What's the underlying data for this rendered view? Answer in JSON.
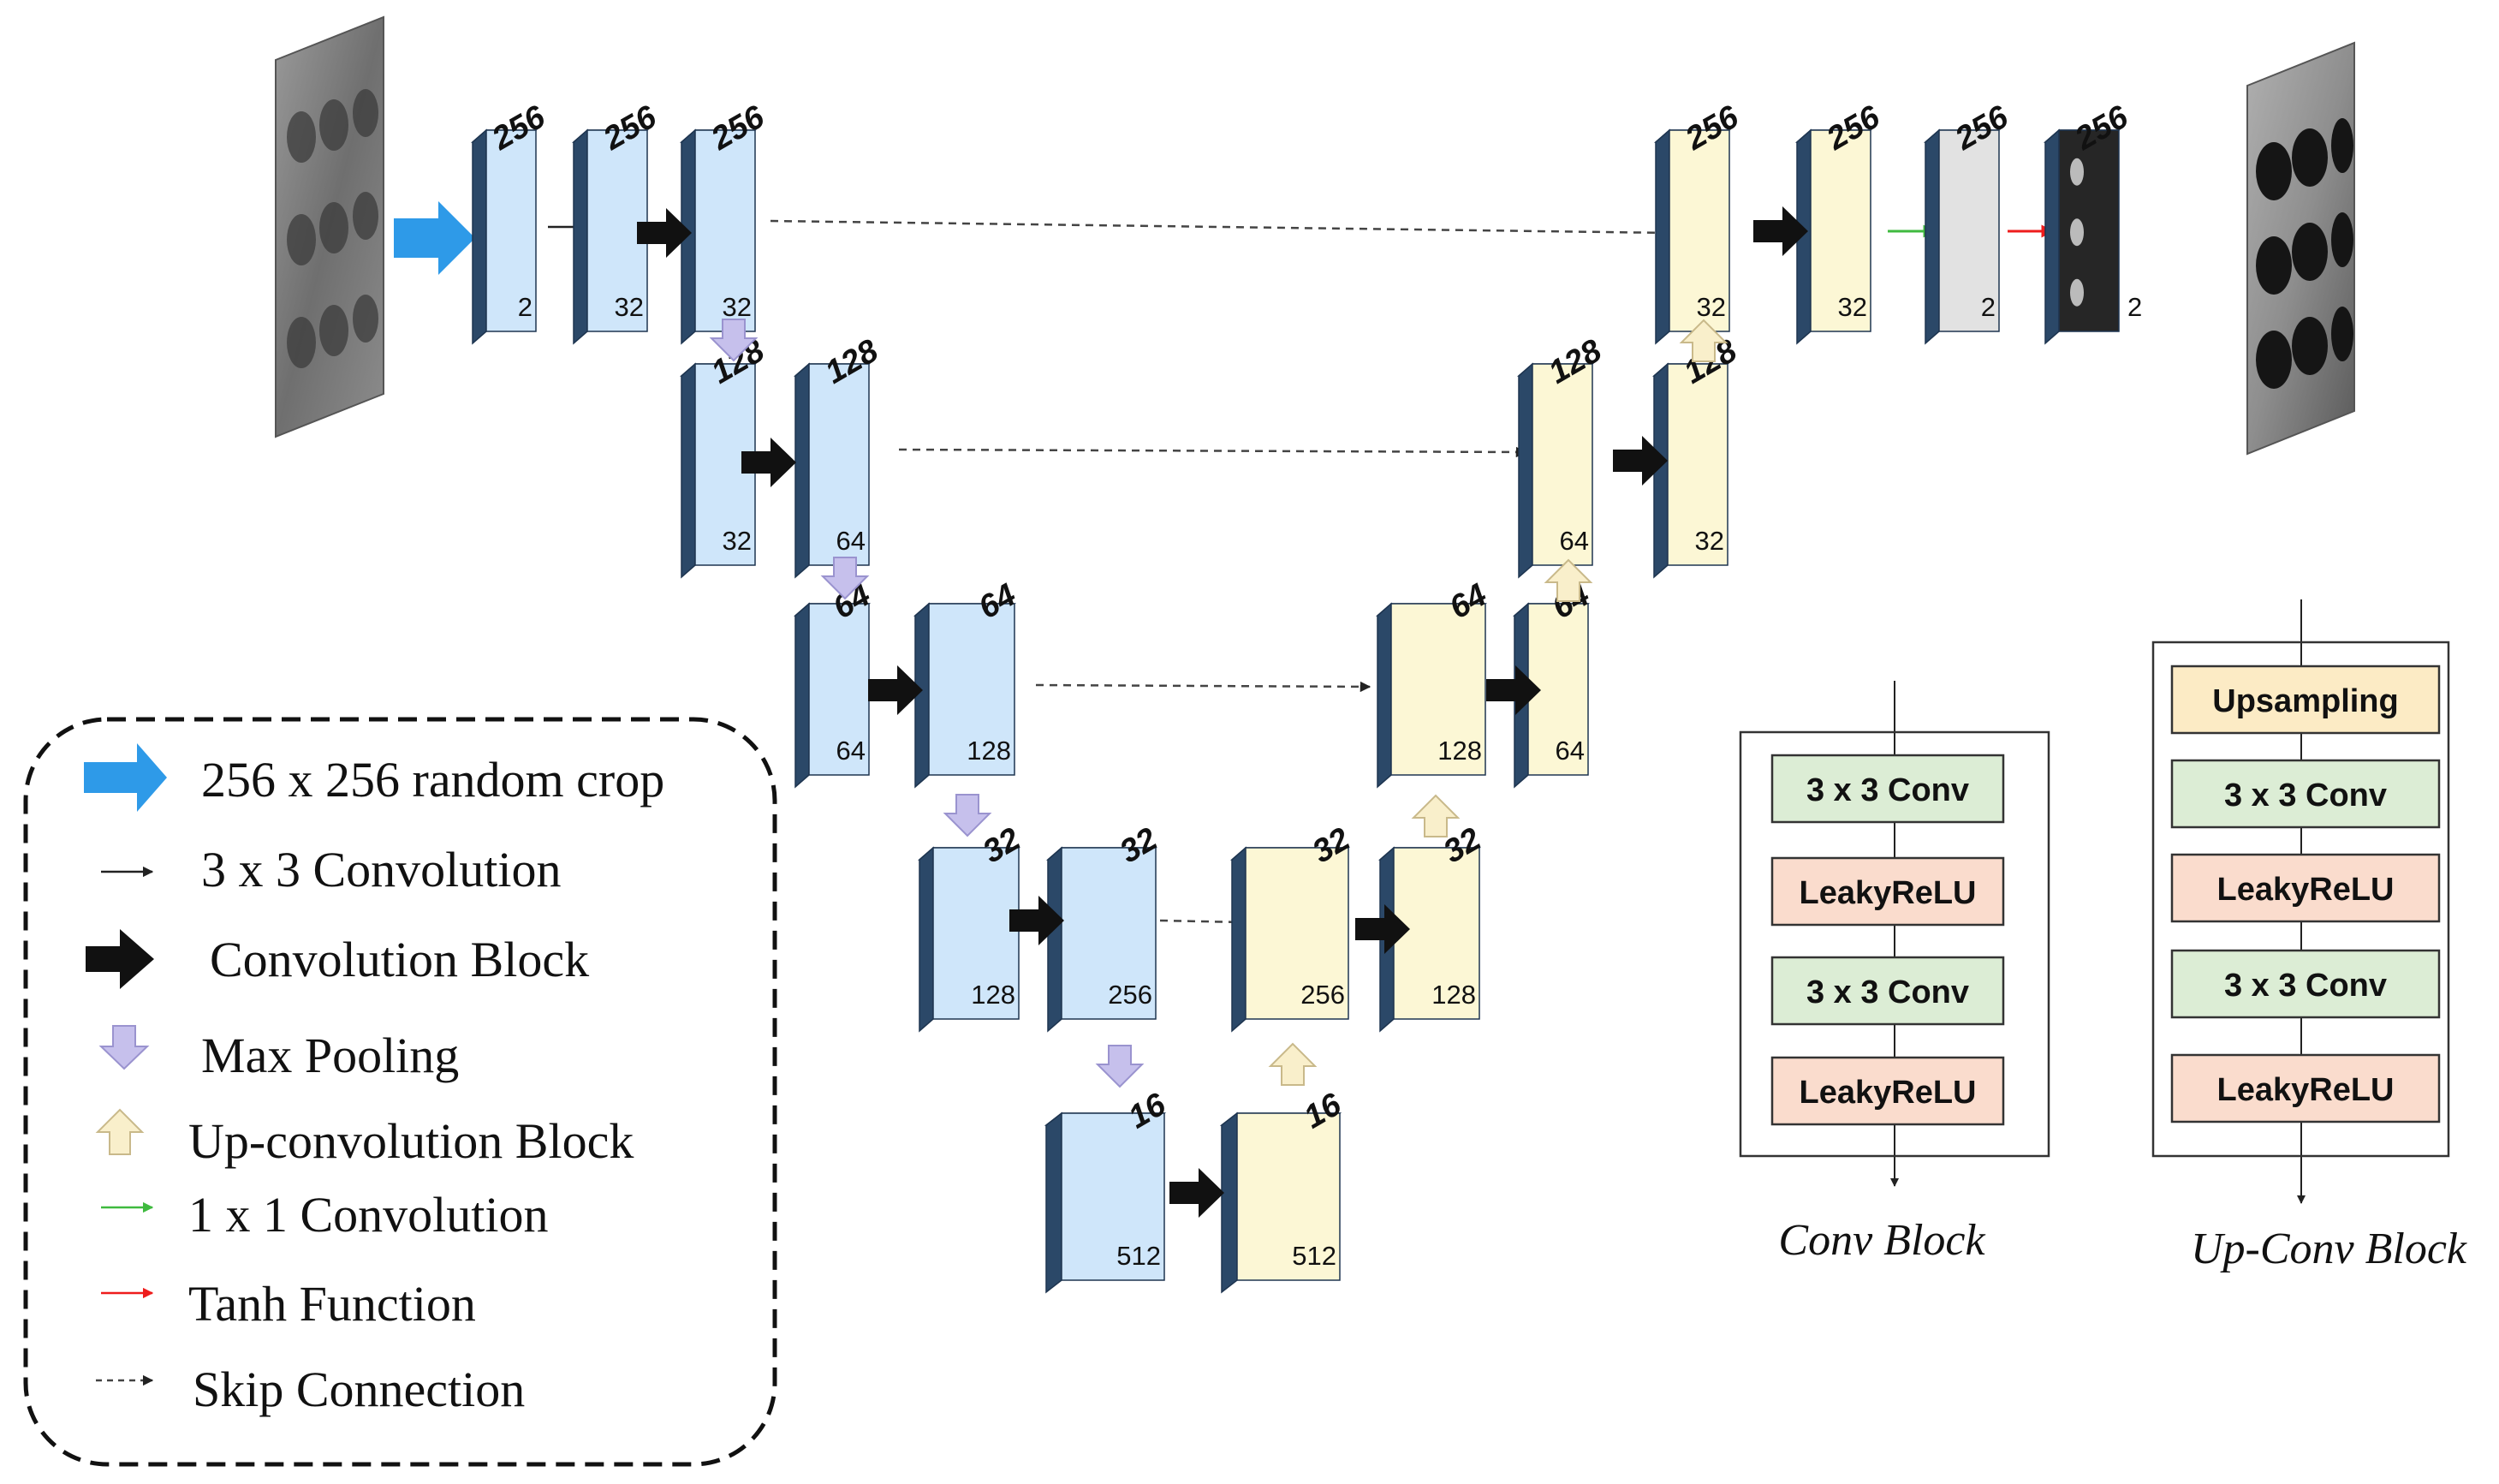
{
  "colors": {
    "encoder_face": "#cfe6fa",
    "decoder_face": "#fcf7d5",
    "gray_face": "#e2e2e2",
    "dark_side": "#2b4868",
    "crop_arrow": "#2e9ae8",
    "maxpool_arrow": "#c6c0ec",
    "upconv_arrow": "#f9efcb",
    "conv1x1": "#3fba3f",
    "tanh": "#ee1c1c",
    "conv_box": "#dcedd5",
    "relu_box": "#fadccd",
    "upsample_box": "#fcebc5"
  },
  "blocks": {
    "enc1a": {
      "dim": "256",
      "ch": "2"
    },
    "enc1b": {
      "dim": "256",
      "ch": "32"
    },
    "enc1c": {
      "dim": "256",
      "ch": "32"
    },
    "enc2a": {
      "dim": "128",
      "ch": "32"
    },
    "enc2b": {
      "dim": "128",
      "ch": "64"
    },
    "enc3a": {
      "dim": "64",
      "ch": "64"
    },
    "enc3b": {
      "dim": "64",
      "ch": "128"
    },
    "enc4a": {
      "dim": "32",
      "ch": "128"
    },
    "enc4b": {
      "dim": "32",
      "ch": "256"
    },
    "bot_a": {
      "dim": "16",
      "ch": "512"
    },
    "bot_b": {
      "dim": "16",
      "ch": "512"
    },
    "dec4a": {
      "dim": "32",
      "ch": "256"
    },
    "dec4b": {
      "dim": "32",
      "ch": "128"
    },
    "dec3a": {
      "dim": "64",
      "ch": "128"
    },
    "dec3b": {
      "dim": "64",
      "ch": "64"
    },
    "dec2a": {
      "dim": "128",
      "ch": "64"
    },
    "dec2b": {
      "dim": "128",
      "ch": "32"
    },
    "dec1a": {
      "dim": "256",
      "ch": "32"
    },
    "dec1b": {
      "dim": "256",
      "ch": "32"
    },
    "dec1c": {
      "dim": "256",
      "ch": "2"
    },
    "out": {
      "dim": "256",
      "ch": "2"
    }
  },
  "legend": {
    "crop": "256 x 256 random crop",
    "conv3": "3 x 3 Convolution",
    "conv_block": "Convolution Block",
    "max_pool": "Max Pooling",
    "up_conv": "Up-convolution Block",
    "conv1": "1 x 1 Convolution",
    "tanh": "Tanh Function",
    "skip": "Skip Connection"
  },
  "conv_block": {
    "caption": "Conv Block",
    "layers": [
      "3 x 3 Conv",
      "LeakyReLU",
      "3 x 3 Conv",
      "LeakyReLU"
    ]
  },
  "upconv_block": {
    "caption": "Up-Conv Block",
    "layers": [
      "Upsampling",
      "3 x 3 Conv",
      "LeakyReLU",
      "3 x 3 Conv",
      "LeakyReLU"
    ]
  }
}
